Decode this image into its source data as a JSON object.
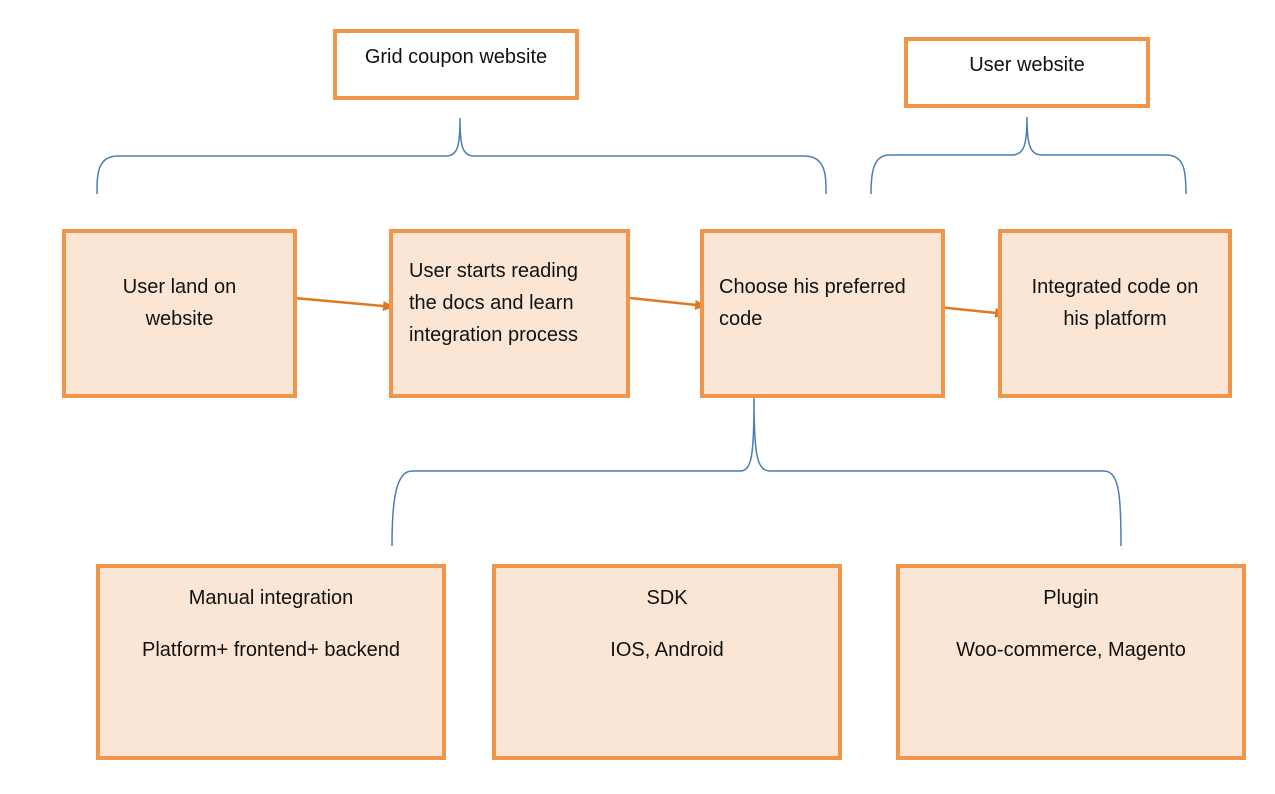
{
  "headers": {
    "grid_coupon": "Grid coupon website",
    "user_website": "User website"
  },
  "steps": {
    "land": "User land on\nwebsite",
    "reading": "User starts reading\nthe docs and learn\nintegration process",
    "choose": "Choose his preferred\ncode",
    "integrated": "Integrated code on\nhis platform"
  },
  "options": {
    "manual": {
      "title": "Manual integration",
      "detail": "Platform+ frontend+ backend"
    },
    "sdk": {
      "title": "SDK",
      "detail": "IOS, Android"
    },
    "plugin": {
      "title": "Plugin",
      "detail": "Woo-commerce, Magento"
    }
  },
  "colors": {
    "box_border": "#f0954a",
    "box_fill": "#fbe6d5",
    "bracket": "#4a7eb5",
    "arrow": "#e07a22"
  }
}
